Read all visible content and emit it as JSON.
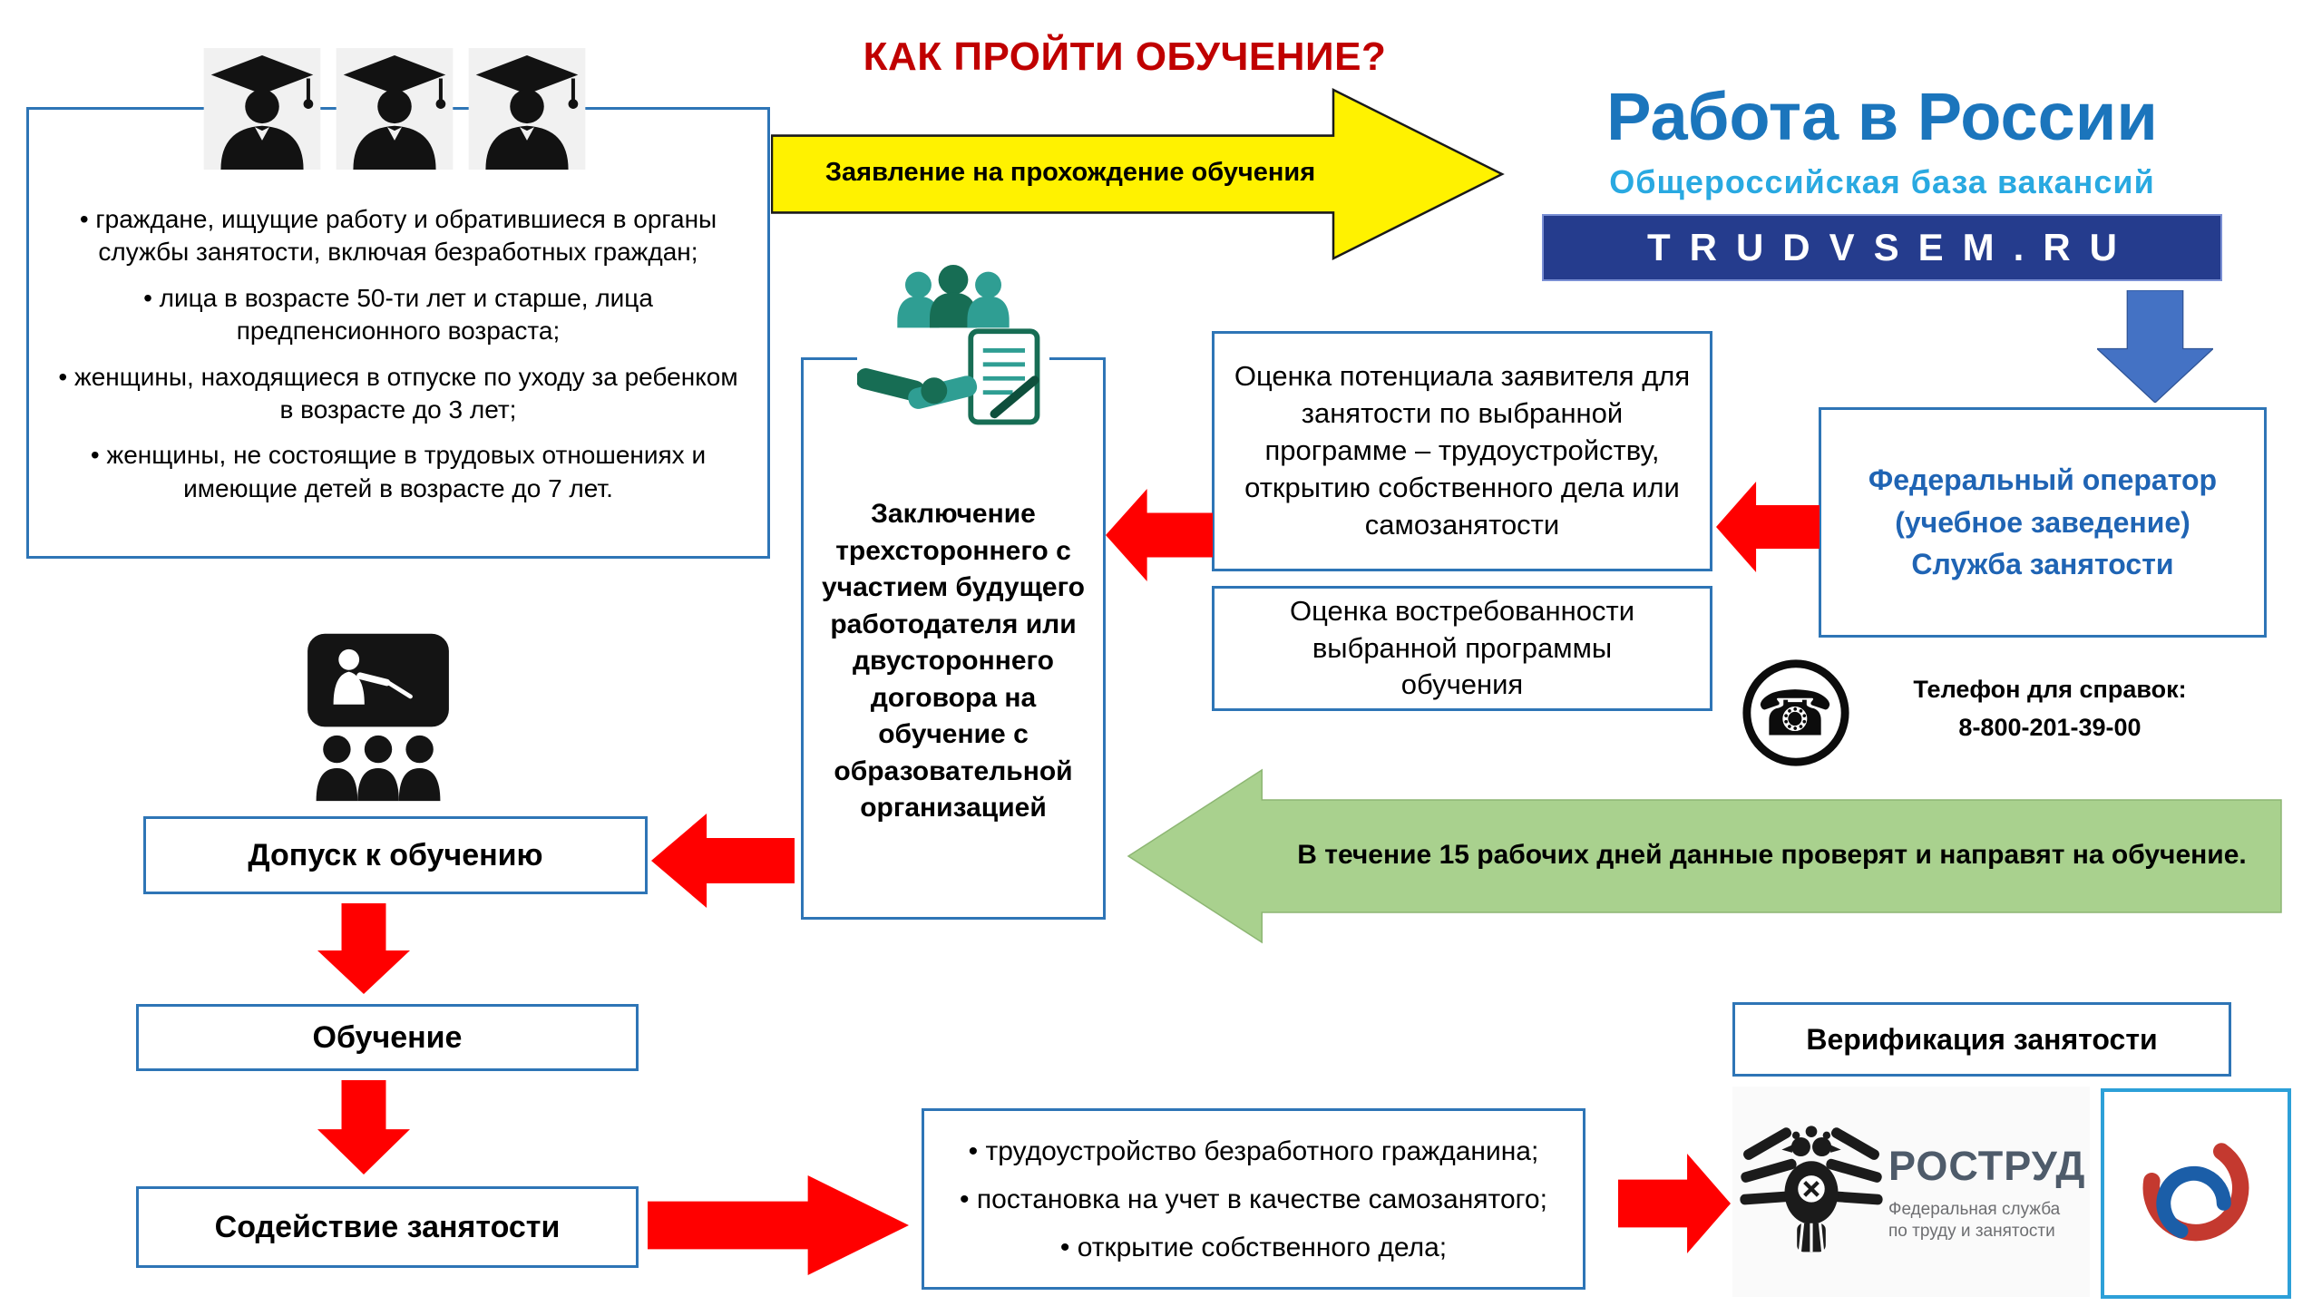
{
  "title": "КАК ПРОЙТИ ОБУЧЕНИЕ?",
  "colors": {
    "title_red": "#c00000",
    "box_border_blue": "#2e75b6",
    "logo_blue": "#1b75bc",
    "logo_lightblue": "#29a9e1",
    "trudvsem_bg": "#253c8d",
    "arrow_yellow": "#fff200",
    "arrow_red": "#ff0000",
    "arrow_green": "#a9d18e",
    "arrow_blue": "#4472c4"
  },
  "icons": {
    "eligibility": "graduate-cap-person",
    "contract": "handshake-with-document",
    "classroom": "teacher-at-blackboard",
    "phone": "telephone-in-circle",
    "rostrud": "double-headed-eagle-emblem",
    "pfr": "pension-fund-emblem"
  },
  "eligibility": {
    "items": [
      "граждане, ищущие работу и обратившиеся в органы службы занятости, включая безработных граждан;",
      "лица в возрасте 50-ти лет и старше, лица предпенсионного возраста;",
      "женщины, находящиеся в отпуске по уходу за ребенком в возрасте до 3 лет;",
      "женщины, не состоящие в трудовых отношениях и имеющие детей в возрасте до 7 лет."
    ]
  },
  "application_arrow": {
    "label": "Заявление на прохождение обучения"
  },
  "logo": {
    "title": "Работа в России",
    "subtitle": "Общероссийская база вакансий",
    "domain": "TRUDVSEM.RU"
  },
  "federal_operator": {
    "lines": [
      "Федеральный оператор",
      "(учебное заведение)",
      "Служба занятости"
    ]
  },
  "assessment": {
    "potential": "Оценка потенциала заявителя для занятости по выбранной программе – трудоустройству, открытию собственного дела или самозанятости",
    "demand": "Оценка востребованности выбранной программы обучения"
  },
  "phone": {
    "label": "Телефон для справок:",
    "number": "8-800-201-39-00"
  },
  "contract": {
    "text": "Заключение трехстороннего с участием будущего работодателя или двустороннего договора на обучение с образовательной организацией"
  },
  "review_arrow": {
    "label": "В течение 15 рабочих дней данные проверят и направят на обучение."
  },
  "admission": {
    "label": "Допуск к обучению"
  },
  "training": {
    "label": "Обучение"
  },
  "employment": {
    "label": "Содействие занятости"
  },
  "outcomes": {
    "items": [
      "трудоустройство безработного гражданина;",
      "постановка на учет в качестве самозанятого;",
      "открытие собственного дела;"
    ]
  },
  "verification": {
    "label": "Верификация занятости"
  },
  "rostrud": {
    "name": "РОСТРУД",
    "subtitle_lines": [
      "Федеральная служба",
      "по труду и занятости"
    ]
  }
}
